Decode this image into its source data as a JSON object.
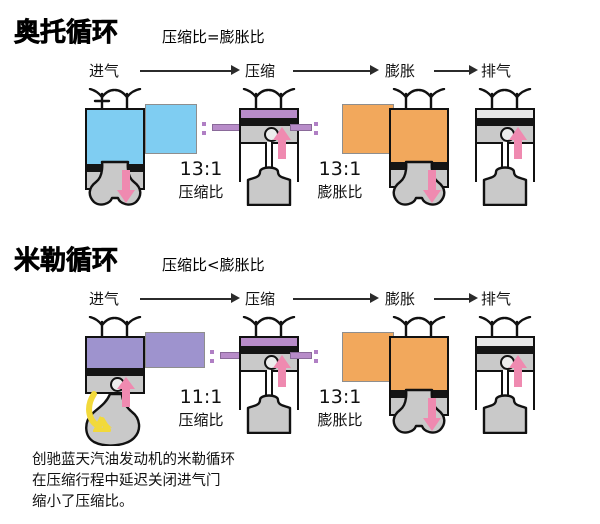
{
  "colors": {
    "intake_blue": "#7fcdf2",
    "intake_purple": "#9e93ce",
    "compressed_purple": "#b88cc9",
    "expansion_orange": "#f2a85c",
    "exhaust_gray": "#cfcfcf",
    "piston_gray": "#c9c9c9",
    "outline_black": "#111111",
    "motion_pink": "#ef8ab0",
    "rotation_yellow": "#f2d93b",
    "box_border_gray": "#8e8e8e"
  },
  "sections": [
    {
      "id": "otto",
      "title": "奥托循环",
      "subtitle": "压缩比=膨胀比",
      "stages": [
        {
          "label": "进气",
          "name": "intake"
        },
        {
          "label": "压缩",
          "name": "compression"
        },
        {
          "label": "膨胀",
          "name": "expansion"
        },
        {
          "label": "排气",
          "name": "exhaust"
        }
      ],
      "ratios": [
        {
          "value": "13:1",
          "caption": "压缩比",
          "name": "compression-ratio"
        },
        {
          "value": "13:1",
          "caption": "膨胀比",
          "name": "expansion-ratio"
        }
      ]
    },
    {
      "id": "miller",
      "title": "米勒循环",
      "subtitle": "压缩比<膨胀比",
      "stages": [
        {
          "label": "进气",
          "name": "intake"
        },
        {
          "label": "压缩",
          "name": "compression"
        },
        {
          "label": "膨胀",
          "name": "expansion"
        },
        {
          "label": "排气",
          "name": "exhaust"
        }
      ],
      "ratios": [
        {
          "value": "11:1",
          "caption": "压缩比",
          "name": "compression-ratio"
        },
        {
          "value": "13:1",
          "caption": "膨胀比",
          "name": "expansion-ratio"
        }
      ]
    }
  ],
  "caption": {
    "line1": "创驰蓝天汽油发动机的米勒循环",
    "line2": "在压缩行程中延迟关闭进气门",
    "line3": "缩小了压缩比。"
  }
}
